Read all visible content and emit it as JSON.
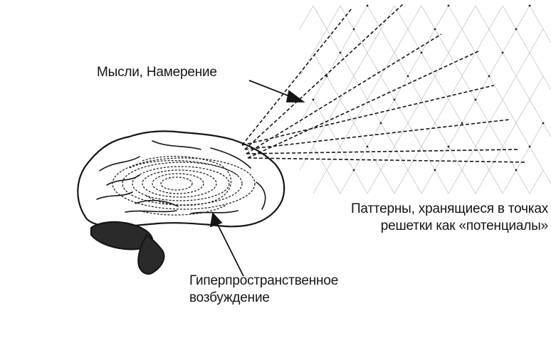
{
  "labels": {
    "thoughts": "Мысли, Намерение",
    "patterns_line1": "Паттерны, хранящиеся в точках",
    "patterns_line2": "решетки как «потенциалы»",
    "excitation_line1": "Гиперпространственное",
    "excitation_line2": "возбуждение"
  },
  "icons": {
    "brain": "brain-icon",
    "lattice": "lattice-grid-icon"
  },
  "colors": {
    "ink": "#151515",
    "lattice": "#c8c8c8",
    "background": "#ffffff"
  }
}
